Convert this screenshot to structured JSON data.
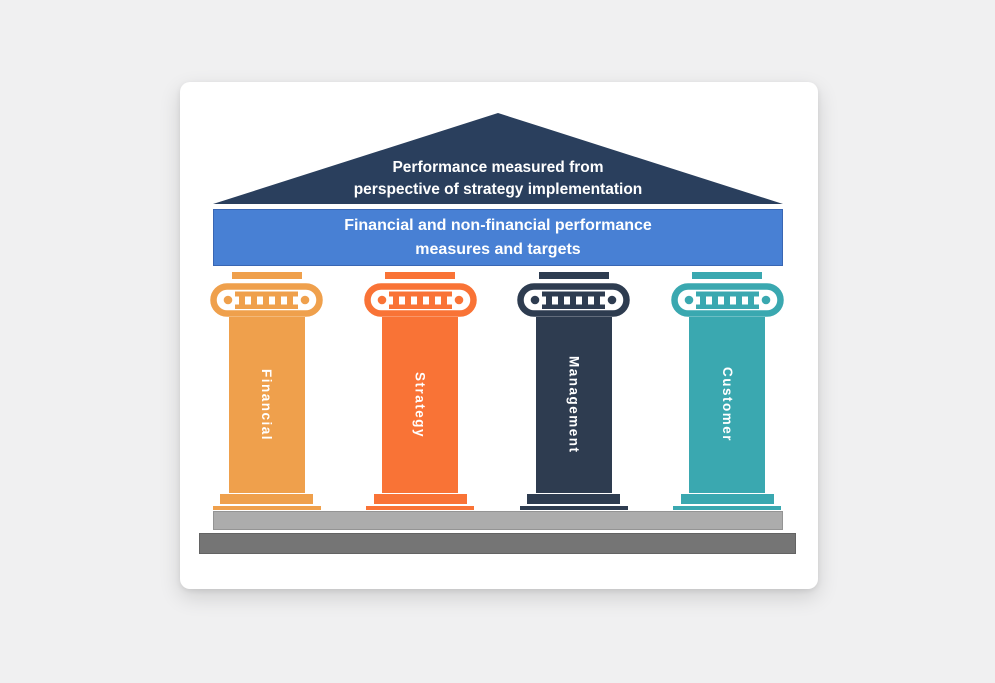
{
  "page": {
    "background_color": "#f0f0f1",
    "card_color": "#ffffff"
  },
  "diagram": {
    "roof": {
      "line1": "Performance measured from",
      "line2": "perspective of strategy implementation",
      "color": "#2a3f5d",
      "text_color": "#ffffff"
    },
    "band": {
      "line1": "Financial and non-financial performance",
      "line2": "measures and targets",
      "color": "#4880d4",
      "text_color": "#ffffff"
    },
    "pillars": [
      {
        "label": "Financial",
        "color": "#efa04c"
      },
      {
        "label": "Strategy",
        "color": "#f97336"
      },
      {
        "label": "Management",
        "color": "#2e3c50"
      },
      {
        "label": "Customer",
        "color": "#3aa8b0"
      }
    ],
    "platform": {
      "light_color": "#acacac",
      "dark_color": "#757575"
    }
  }
}
